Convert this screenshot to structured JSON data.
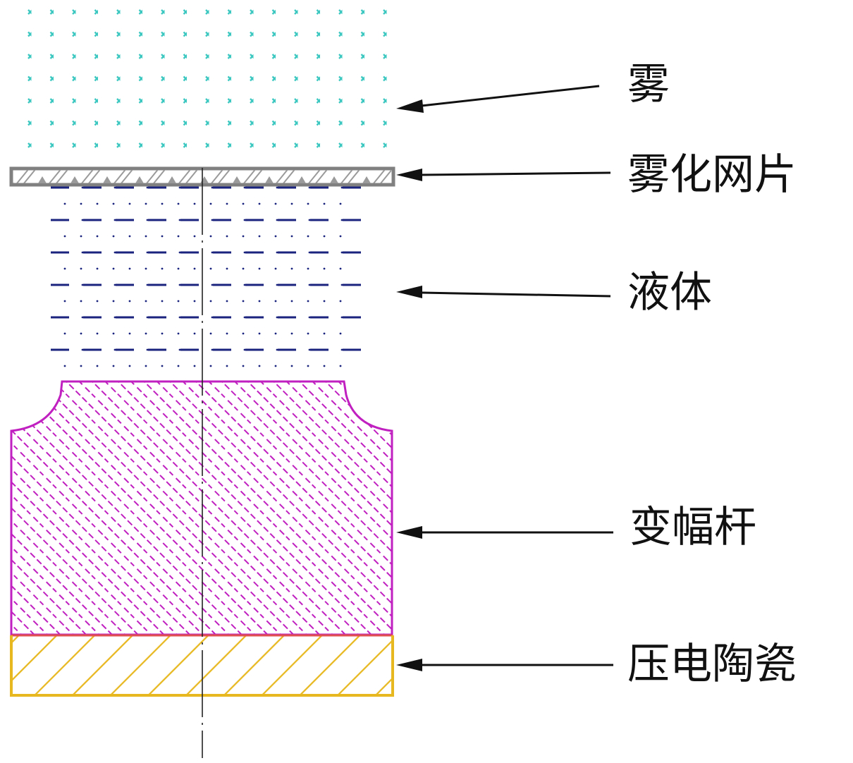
{
  "diagram": {
    "colors": {
      "mist": "#3cc8c0",
      "mesh": "#808080",
      "liquid": "#1a237e",
      "horn": "#c020c0",
      "piezo": "#e8b820",
      "piezo_top_border": "#e05050",
      "axis": "#222222",
      "arrow": "#111111",
      "text": "#111111"
    },
    "components": [
      {
        "id": "mist",
        "label": "雾"
      },
      {
        "id": "mesh",
        "label": "雾化网片"
      },
      {
        "id": "liquid",
        "label": "液体"
      },
      {
        "id": "horn",
        "label": "变幅杆"
      },
      {
        "id": "piezo",
        "label": "压电陶瓷"
      }
    ]
  }
}
